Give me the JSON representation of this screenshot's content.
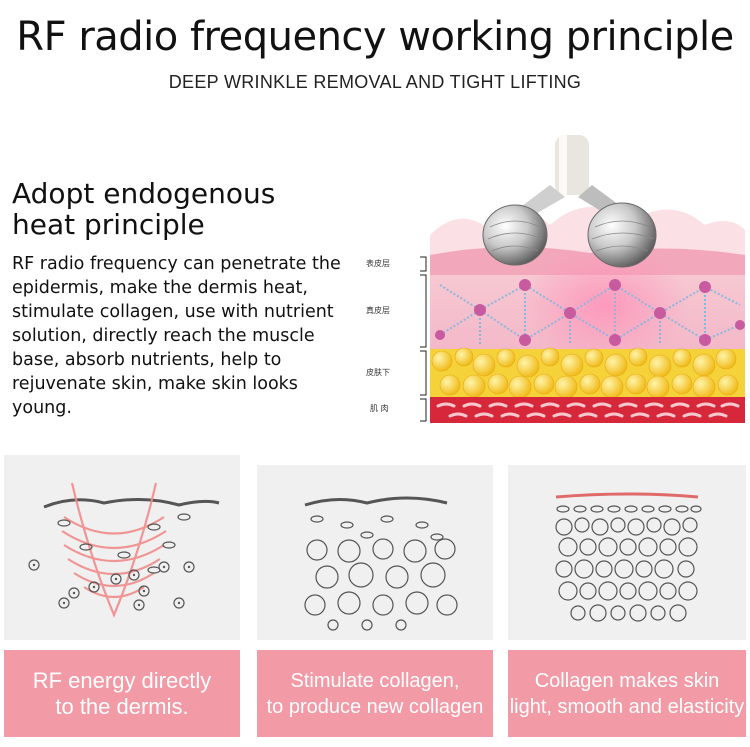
{
  "header": {
    "title": "RF radio frequency working principle",
    "subtitle": "DEEP WRINKLE REMOVAL AND TIGHT LIFTING"
  },
  "intro": {
    "heading_line1": "Adopt endogenous",
    "heading_line2": "heat principle",
    "body": "RF radio frequency can penetrate the epidermis, make the dermis heat, stimulate collagen, use with nutrient solution, directly reach the muscle base, absorb nutrients, help to rejuvenate skin, make skin looks young."
  },
  "layers": {
    "epidermis": "表皮层",
    "dermis": "真皮层",
    "subcutaneous": "皮肤下",
    "muscle": "肌 肉"
  },
  "captions": {
    "step1_line1": "RF energy directly",
    "step1_line2": "to the dermis.",
    "step2_line1": "Stimulate collagen,",
    "step2_line2": "to produce new collagen",
    "step3_line1": "Collagen makes skin",
    "step3_line2": "light, smooth and elasticity"
  },
  "colors": {
    "caption_bg": "#f29aa6",
    "panel_bg": "#f0f0f0",
    "skin_pink": "#f6c3cc",
    "fat_yellow": "#f5d23a",
    "muscle_red": "#d6283a"
  }
}
